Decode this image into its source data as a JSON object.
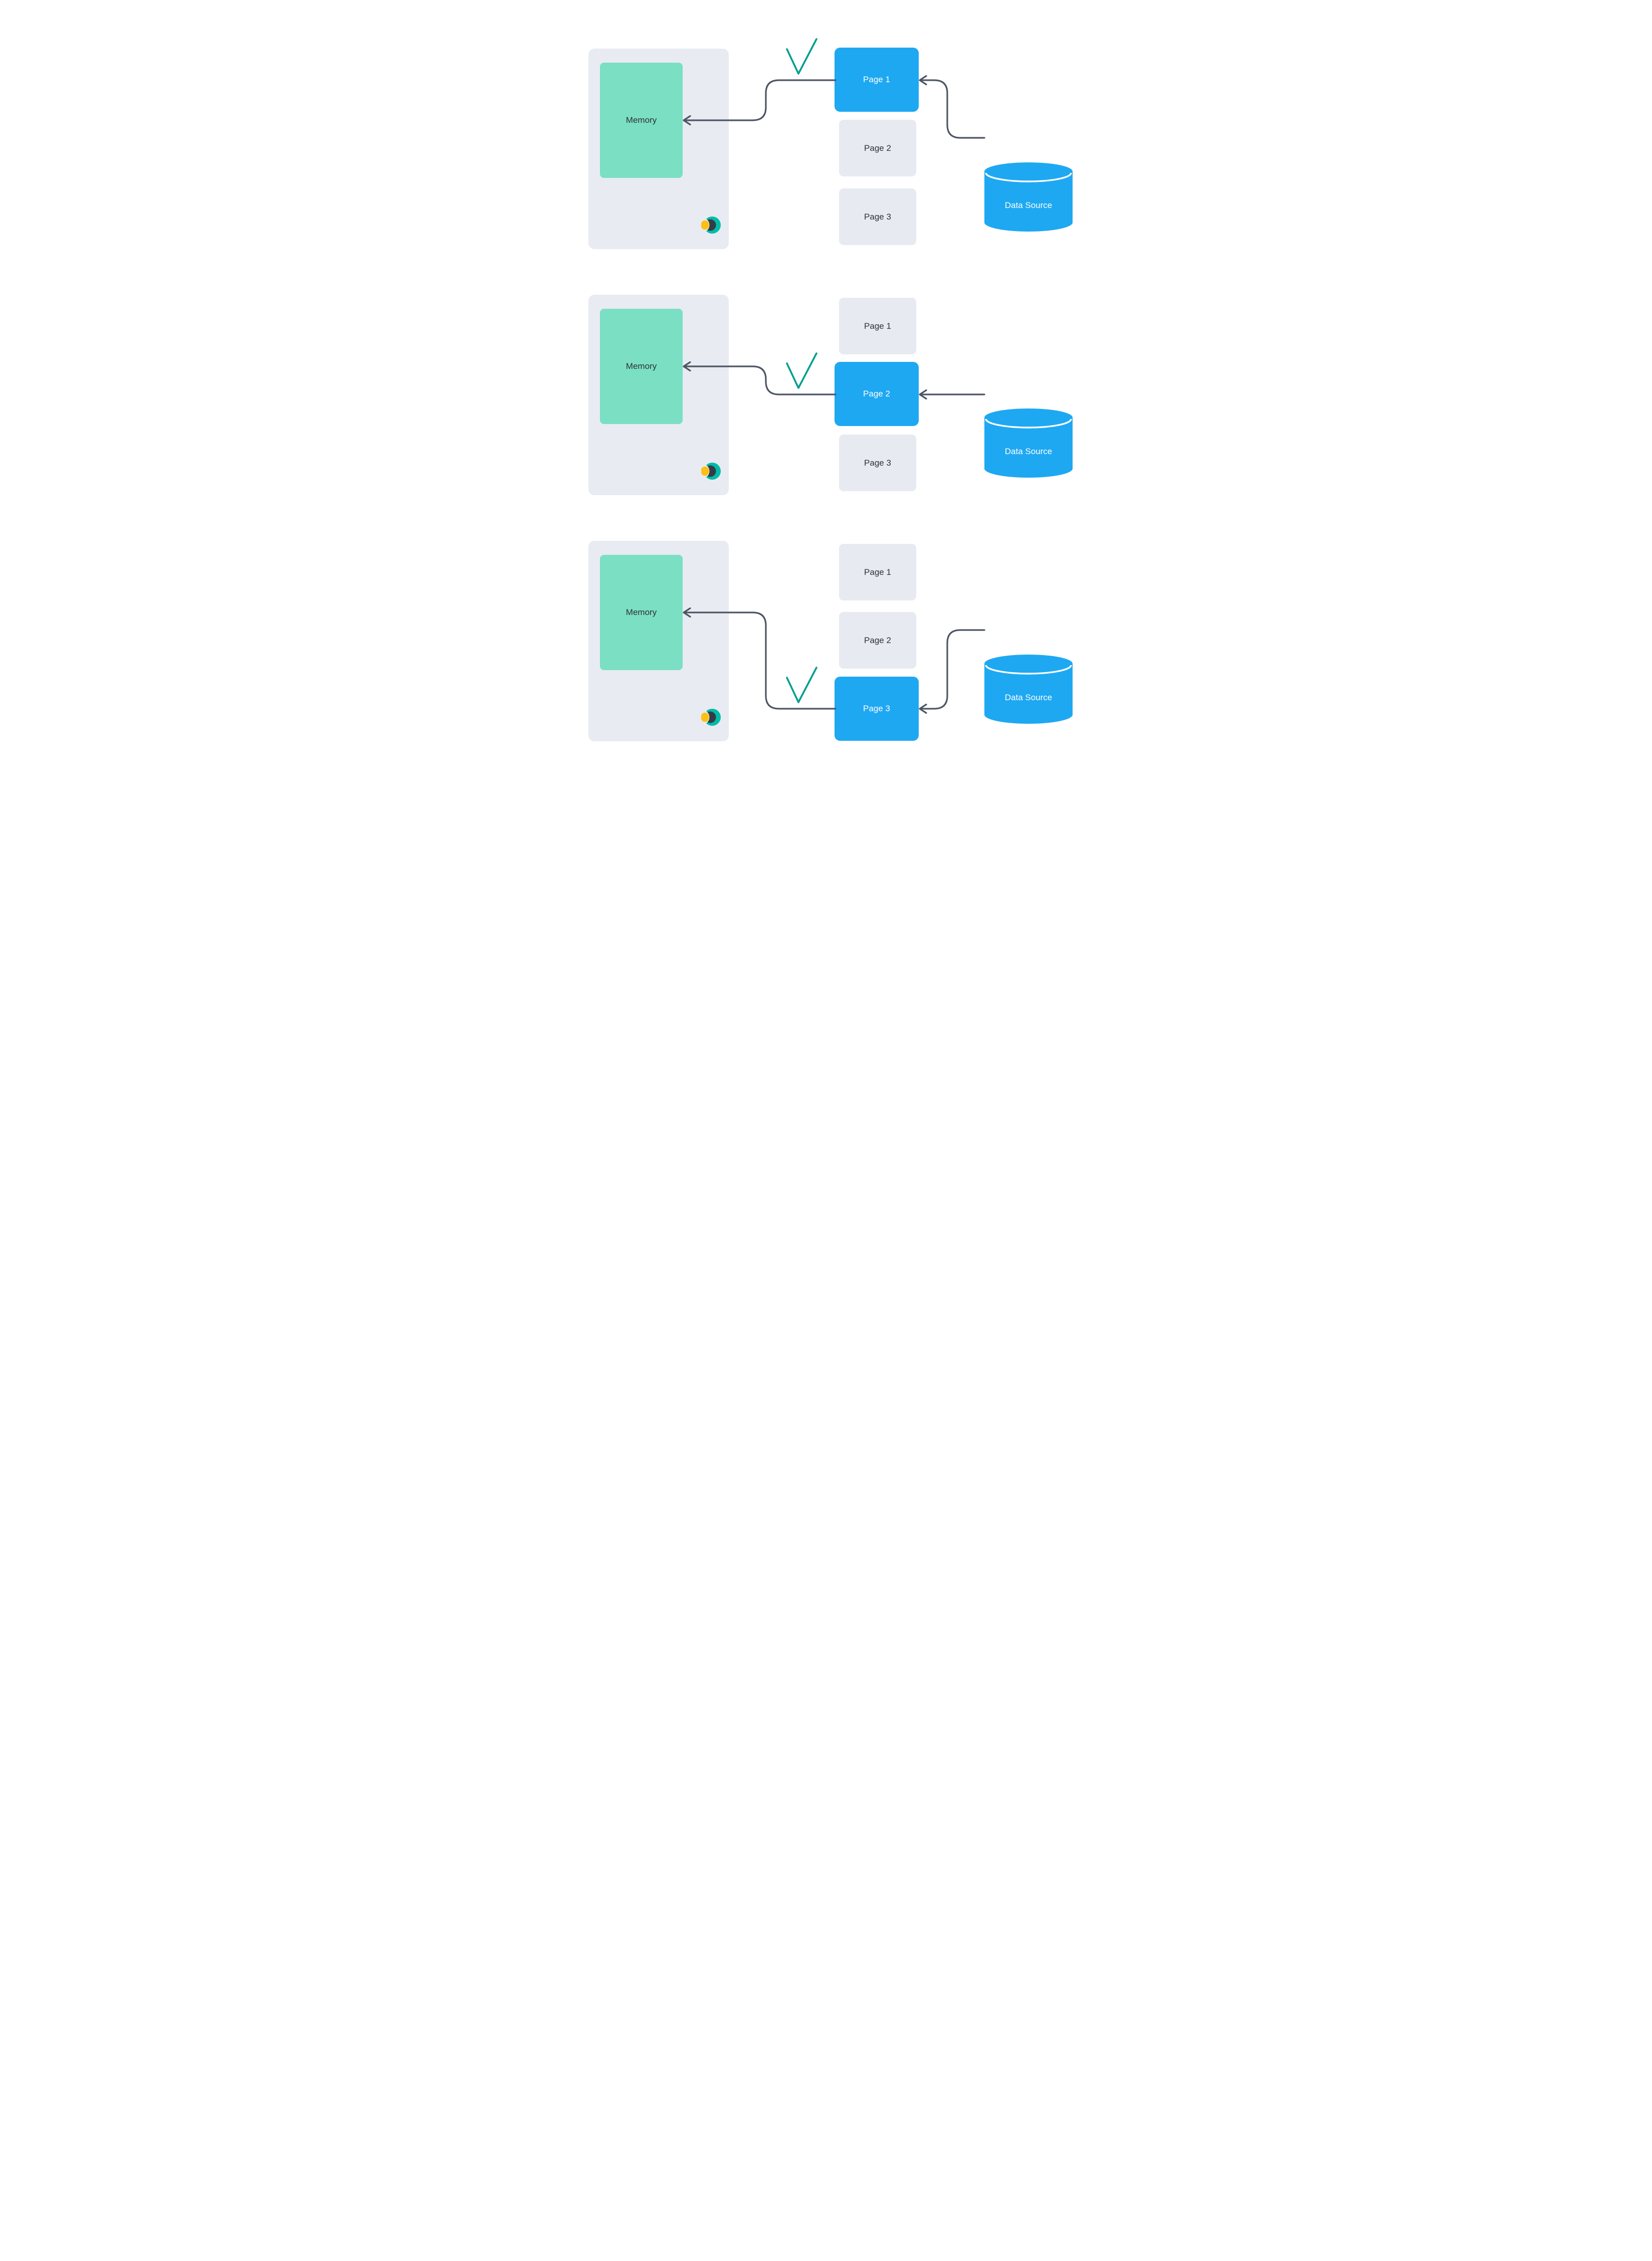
{
  "diagram": {
    "description": "Paging between a data source and memory, shown in three steps",
    "colors": {
      "accent_blue": "#1ea8f2",
      "memory_teal": "#7bdfc3",
      "panel_bg": "#e8ebf2",
      "page_inactive_bg": "#e7eaf1",
      "connector_gray": "#4d5563",
      "check_teal": "#009e8e",
      "logo_teal": "#00bca6",
      "logo_navy": "#343b48",
      "logo_yellow": "#fcc015",
      "label_dark": "#2b3138",
      "label_light": "#ffffff",
      "canvas_bg": "#ffffff"
    },
    "icons": {
      "check": "check-icon",
      "logo": "eclipse-logo-icon",
      "database": "database-cylinder-icon",
      "arrowhead": "arrowhead-left-icon"
    },
    "rows": [
      {
        "memory_label": "Memory",
        "data_source_label": "Data Source",
        "active_page": "Page 1",
        "pages": [
          {
            "label": "Page 1",
            "state": "active"
          },
          {
            "label": "Page 2",
            "state": "inactive"
          },
          {
            "label": "Page 3",
            "state": "inactive"
          }
        ]
      },
      {
        "memory_label": "Memory",
        "data_source_label": "Data Source",
        "active_page": "Page 2",
        "pages": [
          {
            "label": "Page 1",
            "state": "inactive"
          },
          {
            "label": "Page 2",
            "state": "active"
          },
          {
            "label": "Page 3",
            "state": "inactive"
          }
        ]
      },
      {
        "memory_label": "Memory",
        "data_source_label": "Data Source",
        "active_page": "Page 3",
        "pages": [
          {
            "label": "Page 1",
            "state": "inactive"
          },
          {
            "label": "Page 2",
            "state": "inactive"
          },
          {
            "label": "Page 3",
            "state": "active"
          }
        ]
      }
    ]
  }
}
